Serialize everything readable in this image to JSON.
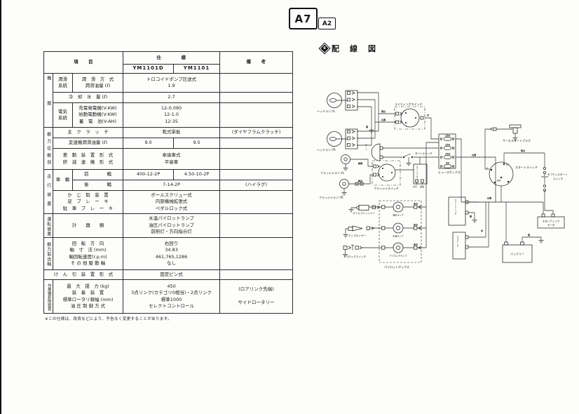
{
  "page": {
    "tag_primary": "A7",
    "tag_secondary": "A2",
    "section_marker": "6",
    "section_title": "配　線　図",
    "footnote": "※この仕様は、改良などにより、予告なく変更することがあります。"
  },
  "spec_table": {
    "header": {
      "item": "項　　目",
      "spec": "仕　　　　様",
      "model_a": "YM1101D",
      "model_b": "YM1101",
      "remark": "備　　考"
    },
    "rows": [
      {
        "group": "機関",
        "sub": [
          "潤滑",
          "系統"
        ],
        "items": [
          "潤　滑　方　式",
          "潤滑油量 (ℓ)"
        ],
        "values": [
          "トロコイドポンプ圧送式",
          "1.9"
        ],
        "remark": ""
      },
      {
        "item": "冷　却　水　量 (ℓ)",
        "value": "2.7",
        "remark": ""
      },
      {
        "sub": [
          "電気",
          "系統"
        ],
        "items": [
          "充電発電機(V-KW)",
          "始動電動機(V-KW)",
          "蓄　電　池(V-AH)"
        ],
        "values": [
          "12-0.090",
          "12-1.0",
          "12-35"
        ],
        "remark": ""
      },
      {
        "group": "動力伝動部",
        "item": "主　ク　ラ　ッ　チ",
        "value": "乾式単板",
        "remark": "(ダイヤフラムクラッチ)"
      },
      {
        "item": "変速機潤滑油量 (ℓ)",
        "value_a": "9.0",
        "value_b": "9.5",
        "remark": ""
      },
      {
        "items": [
          "差　動　装　置　形　式",
          "終　減　速　機　形　式"
        ],
        "values": [
          "傘歯車式",
          "平歯車"
        ],
        "remark": ""
      },
      {
        "group": "走行装置",
        "sub": "車　輪",
        "item": "前　　　　輪",
        "value_a": "400-12-2P",
        "value_b": "4.50-10-2P",
        "remark": ""
      },
      {
        "item": "後　　　　輪",
        "value": "7-14-2P",
        "remark": "(ハイラグ)"
      },
      {
        "items": [
          "か　じ　取　装　置",
          "足　ブ　レ　ー　キ",
          "駐　車　ブ　レ　ー　キ"
        ],
        "values": [
          "ボールスクリュー式",
          "内部機械拡張式",
          "ペダルロック式"
        ],
        "remark": ""
      },
      {
        "group": "運転装置",
        "item": "計　　器　　類",
        "values": [
          "水温パイロットランプ",
          "油圧パイロットランプ",
          "前照灯・方向指示灯"
        ],
        "remark": ""
      },
      {
        "group": "動力取出軸",
        "items": [
          "回　転　方　向",
          "軸　寸　法 (mm)",
          "軸回転速度(r.p.m)",
          "そ の 他 駆 動 軸"
        ],
        "values": [
          "右回り",
          "34.83",
          "461,765,1286",
          "なし"
        ],
        "remark": ""
      },
      {
        "item": "け　ん　引　装　置　形　式",
        "value": "固定ピン式",
        "remark": ""
      },
      {
        "group": "作業機昇降装置",
        "items": [
          "最　大　揚　力 (kg)",
          "装　着　装　置",
          "標準ロータリ耕幅 (mm)",
          "油 圧 制 御 方 式"
        ],
        "values": [
          "450",
          "3点リンク(カテゴリ0相当)・2点リンク",
          "標準1000",
          "セレクトコントロール"
        ],
        "remarks": [
          "(ロアリンク先端)",
          "",
          "サイドロータリー"
        ]
      }
    ]
  },
  "diagram": {
    "labels": {
      "headlamp_l": "ヘッドランプL",
      "headlamp_r": "ヘッドランプR",
      "flasher_lamp_l": "フラッシャランプL",
      "flasher_lamp_r": "フラッシャランプR",
      "lighting_switch": "ライティングスイッチ",
      "horn": "ホーン",
      "turn_switch": "ターンスイッチ",
      "flasher_switch": "フラッシャスイッチ",
      "flasher_unit": "フラッシャユニット",
      "unit_term_a": "点灯",
      "unit_term_b": "通電",
      "fuse_box": "ヒューズボックス",
      "fuses": [
        "15A",
        "15A",
        "15A",
        "5A"
      ],
      "thermostart_plug": "サーモスタートプラグ",
      "start_switch": "スタートスイッチ",
      "term_st": "ST",
      "term_bat": "BAT",
      "term_g": "G",
      "safety_switch_line1": "セフティスタート",
      "safety_switch_line2": "スイッチ",
      "current_limiter": "カレントリミッタ",
      "generator": "ジェネレータ",
      "starting_motor_line1": "スターティング",
      "starting_motor_line2": "モータ",
      "battery": "バッテリー",
      "oil_pressure": "オイルプレッシャー",
      "temp_sensor": "テンプセンサー",
      "difflock_switch": "デフロックスイッチ",
      "pilot_box": "パイロットボックス",
      "oil_lamp": "油圧ランプ",
      "temp_lamp": "水温ランプ",
      "difflock_lamp": "デフロックランプ"
    },
    "wire_labels": [
      "青白",
      "白黒",
      "黒",
      "白",
      "緑黒",
      "緑白",
      "白黒",
      "赤白",
      "赤白",
      "赤白",
      "黒",
      "赤",
      "青白",
      "黒",
      "白黒"
    ]
  }
}
